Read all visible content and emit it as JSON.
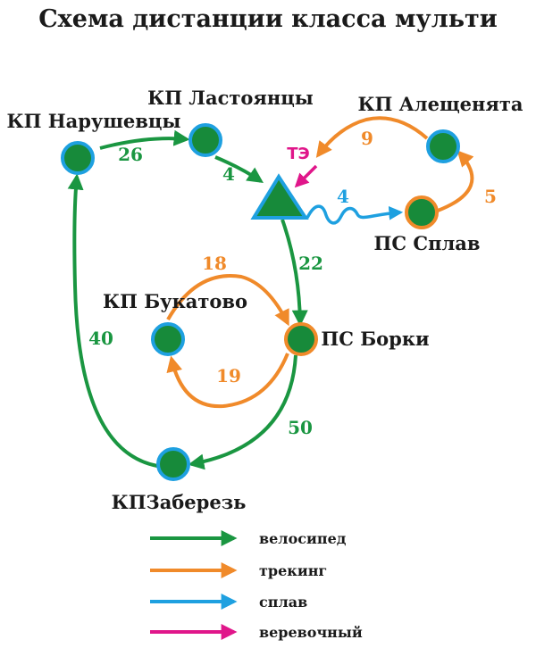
{
  "title": "Схема дистанции класса мульти",
  "colors": {
    "green": "#1a9641",
    "orange": "#f08a2a",
    "blue": "#1ea0e0",
    "magenta": "#e0168a",
    "node_fill": "#178a3a"
  },
  "nodes": {
    "narushevtsy": "КП Нарушевцы",
    "lastoyantsy": "КП Ластоянцы",
    "aleshchenyata": "КП Алещенята",
    "splav": "ПС Сплав",
    "bukatovo": "КП Букатово",
    "borki": "ПС Борки",
    "zaberez": "КПЗаберезь"
  },
  "start_marker": "ТЭ",
  "edges": {
    "narushevtsy_lastoyantsy": "26",
    "lastoyantsy_start": "4",
    "start_splav": "4",
    "splav_aleshchenyata": "5",
    "aleshchenyata_start": "9",
    "start_borki": "22",
    "borki_bukatovo_top": "18",
    "borki_bukatovo_bottom": "19",
    "borki_zaberez": "50",
    "zaberez_narushevtsy": "40"
  },
  "legend": [
    {
      "label": "велосипед",
      "color": "#1a9641"
    },
    {
      "label": "трекинг",
      "color": "#f08a2a"
    },
    {
      "label": "сплав",
      "color": "#1ea0e0"
    },
    {
      "label": "веревочный",
      "color": "#e0168a"
    }
  ]
}
